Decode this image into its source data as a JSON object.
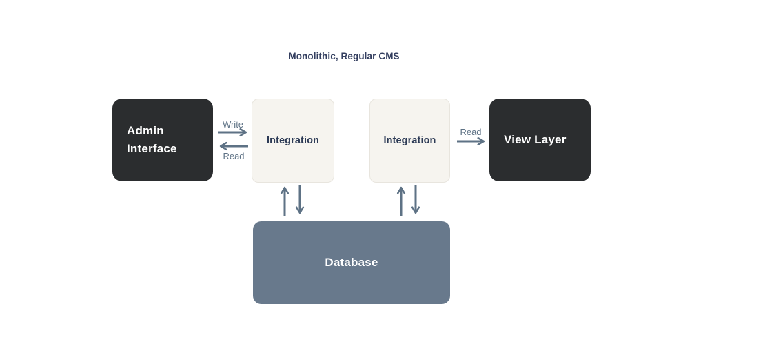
{
  "title": "Monolithic, Regular CMS",
  "nodes": {
    "admin_interface": {
      "label": "Admin Interface",
      "style": "dark"
    },
    "integration_left": {
      "label": "Integration",
      "style": "light"
    },
    "integration_right": {
      "label": "Integration",
      "style": "light"
    },
    "view_layer": {
      "label": "View Layer",
      "style": "dark"
    },
    "database": {
      "label": "Database",
      "style": "slate"
    }
  },
  "edges": {
    "admin_to_integration": {
      "label": "Write",
      "direction": "right"
    },
    "integration_to_admin": {
      "label": "Read",
      "direction": "left"
    },
    "integration_to_view": {
      "label": "Read",
      "direction": "right"
    },
    "integration_left_to_database": {
      "direction": "bidirectional"
    },
    "integration_right_to_database": {
      "direction": "bidirectional"
    }
  },
  "colors": {
    "dark_node": "#2b2d2f",
    "light_node_bg": "#f6f4ef",
    "light_node_border": "#e8e5de",
    "database_node": "#68798c",
    "arrow": "#5e7285",
    "title_text": "#333e5f",
    "integration_text": "#2c3a55",
    "background": "#ffffff"
  }
}
